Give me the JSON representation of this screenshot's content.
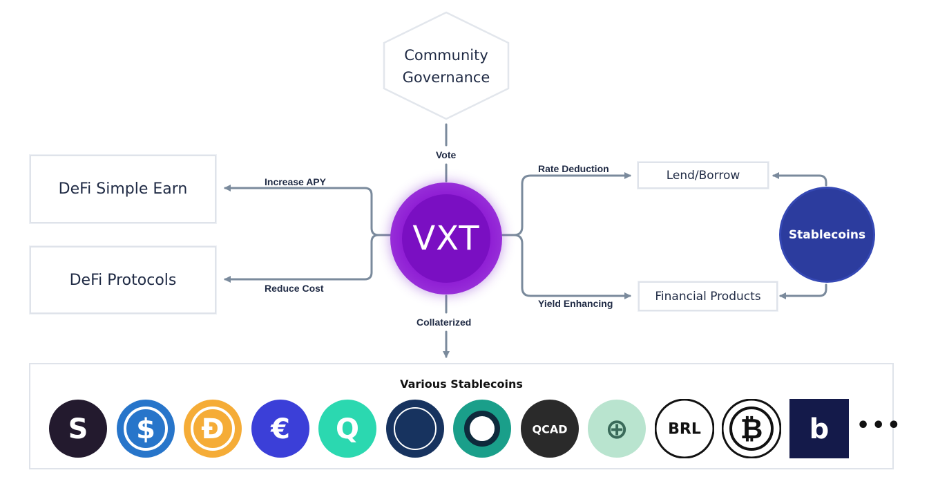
{
  "hexagon": {
    "line1": "Community",
    "line2": "Governance"
  },
  "center": {
    "label": "VXT"
  },
  "left_boxes": {
    "simple_earn": "DeFi Simple Earn",
    "protocols": "DeFi Protocols"
  },
  "right_boxes": {
    "lend_borrow": "Lend/Borrow",
    "financial_products": "Financial Products"
  },
  "stable_node": {
    "label": "Stablecoins"
  },
  "edges": {
    "vote": "Vote",
    "increase_apy": "Increase APY",
    "reduce_cost": "Reduce Cost",
    "rate_deduction": "Rate Deduction",
    "yield_enhancing": "Yield Enhancing",
    "collaterized": "Collaterized"
  },
  "panel": {
    "title": "Various Stablecoins",
    "more": "•••"
  },
  "coins": [
    {
      "icon": "susd-icon",
      "glyph": "S",
      "bg": "#231a2e",
      "fg": "#ffffff"
    },
    {
      "icon": "usdc-icon",
      "glyph": "$",
      "bg": "#2775ca",
      "fg": "#ffffff"
    },
    {
      "icon": "dai-icon",
      "glyph": "Ð",
      "bg": "#f5ac37",
      "fg": "#ffffff"
    },
    {
      "icon": "eurs-icon",
      "glyph": "€",
      "bg": "#3b3fd8",
      "fg": "#ffffff"
    },
    {
      "icon": "qc-icon",
      "glyph": "Q",
      "bg": "#2bd8b0",
      "fg": "#ffffff"
    },
    {
      "icon": "usdp-icon",
      "glyph": "",
      "bg": "#17335f",
      "fg": "#ffffff"
    },
    {
      "icon": "pax-icon",
      "glyph": "",
      "bg": "#1a9f8a",
      "fg": "#ffffff"
    },
    {
      "icon": "qcad-icon",
      "glyph": "QCAD",
      "bg": "#2a2a2a",
      "fg": "#ffffff"
    },
    {
      "icon": "cusd-icon",
      "glyph": "⊕",
      "bg": "#b9e4cf",
      "fg": "#3a6a5a"
    },
    {
      "icon": "brl-icon",
      "glyph": "BRL",
      "bg": "#ffffff",
      "fg": "#111111"
    },
    {
      "icon": "btc-icon",
      "glyph": "₿",
      "bg": "#ffffff",
      "fg": "#111111"
    },
    {
      "icon": "bidr-icon",
      "glyph": "b",
      "bg": "#141a4a",
      "fg": "#ffffff"
    }
  ],
  "colors": {
    "connector": "#7a8a9c",
    "vxt": "#7a0fc2",
    "stablecoins_node": "#2c3c9e"
  }
}
